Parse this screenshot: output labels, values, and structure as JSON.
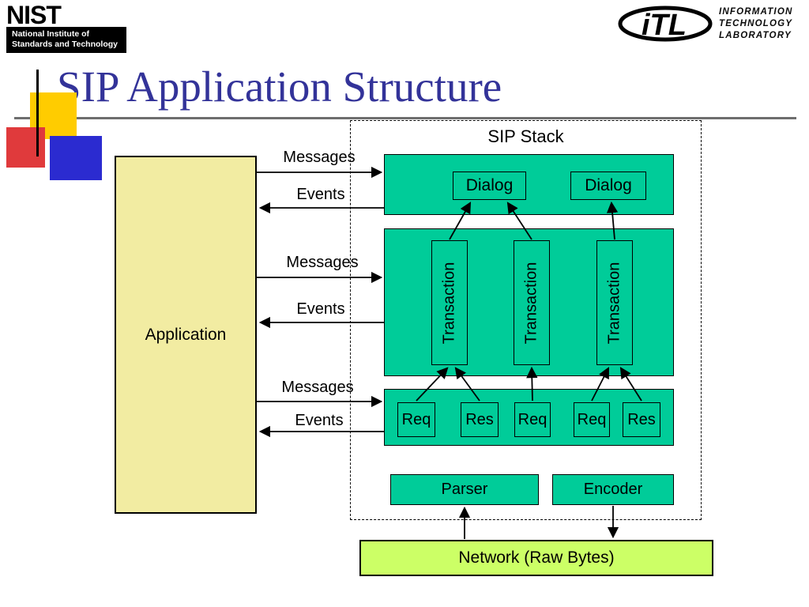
{
  "header": {
    "title": "SIP Application Structure",
    "title_color": "#333399"
  },
  "nist_logo": {
    "wordmark": "NIST",
    "tagline_line1": "National Institute of",
    "tagline_line2": "Standards and Technology"
  },
  "itl_logo": {
    "wordmark": "iTL",
    "line1": "INFORMATION",
    "line2": "TECHNOLOGY",
    "line3": "LABORATORY"
  },
  "diagram": {
    "stack_title": "SIP Stack",
    "application": "Application",
    "dialogs": [
      "Dialog",
      "Dialog"
    ],
    "transactions": [
      "Transaction",
      "Transaction",
      "Transaction"
    ],
    "message_boxes": [
      "Req",
      "Res",
      "Req",
      "Req",
      "Res"
    ],
    "io_labels": [
      "Messages",
      "Events",
      "Messages",
      "Events",
      "Messages",
      "Events"
    ],
    "parser": "Parser",
    "encoder": "Encoder",
    "network": "Network (Raw Bytes)",
    "colors": {
      "stack_green": "#00CC99",
      "application_fill": "#F2ECA2",
      "network_fill": "#CCFF66",
      "accent_gold": "#FFCC00",
      "accent_red": "#E03A3C",
      "accent_blue": "#2B2BD0",
      "title_blue": "#333399"
    }
  }
}
